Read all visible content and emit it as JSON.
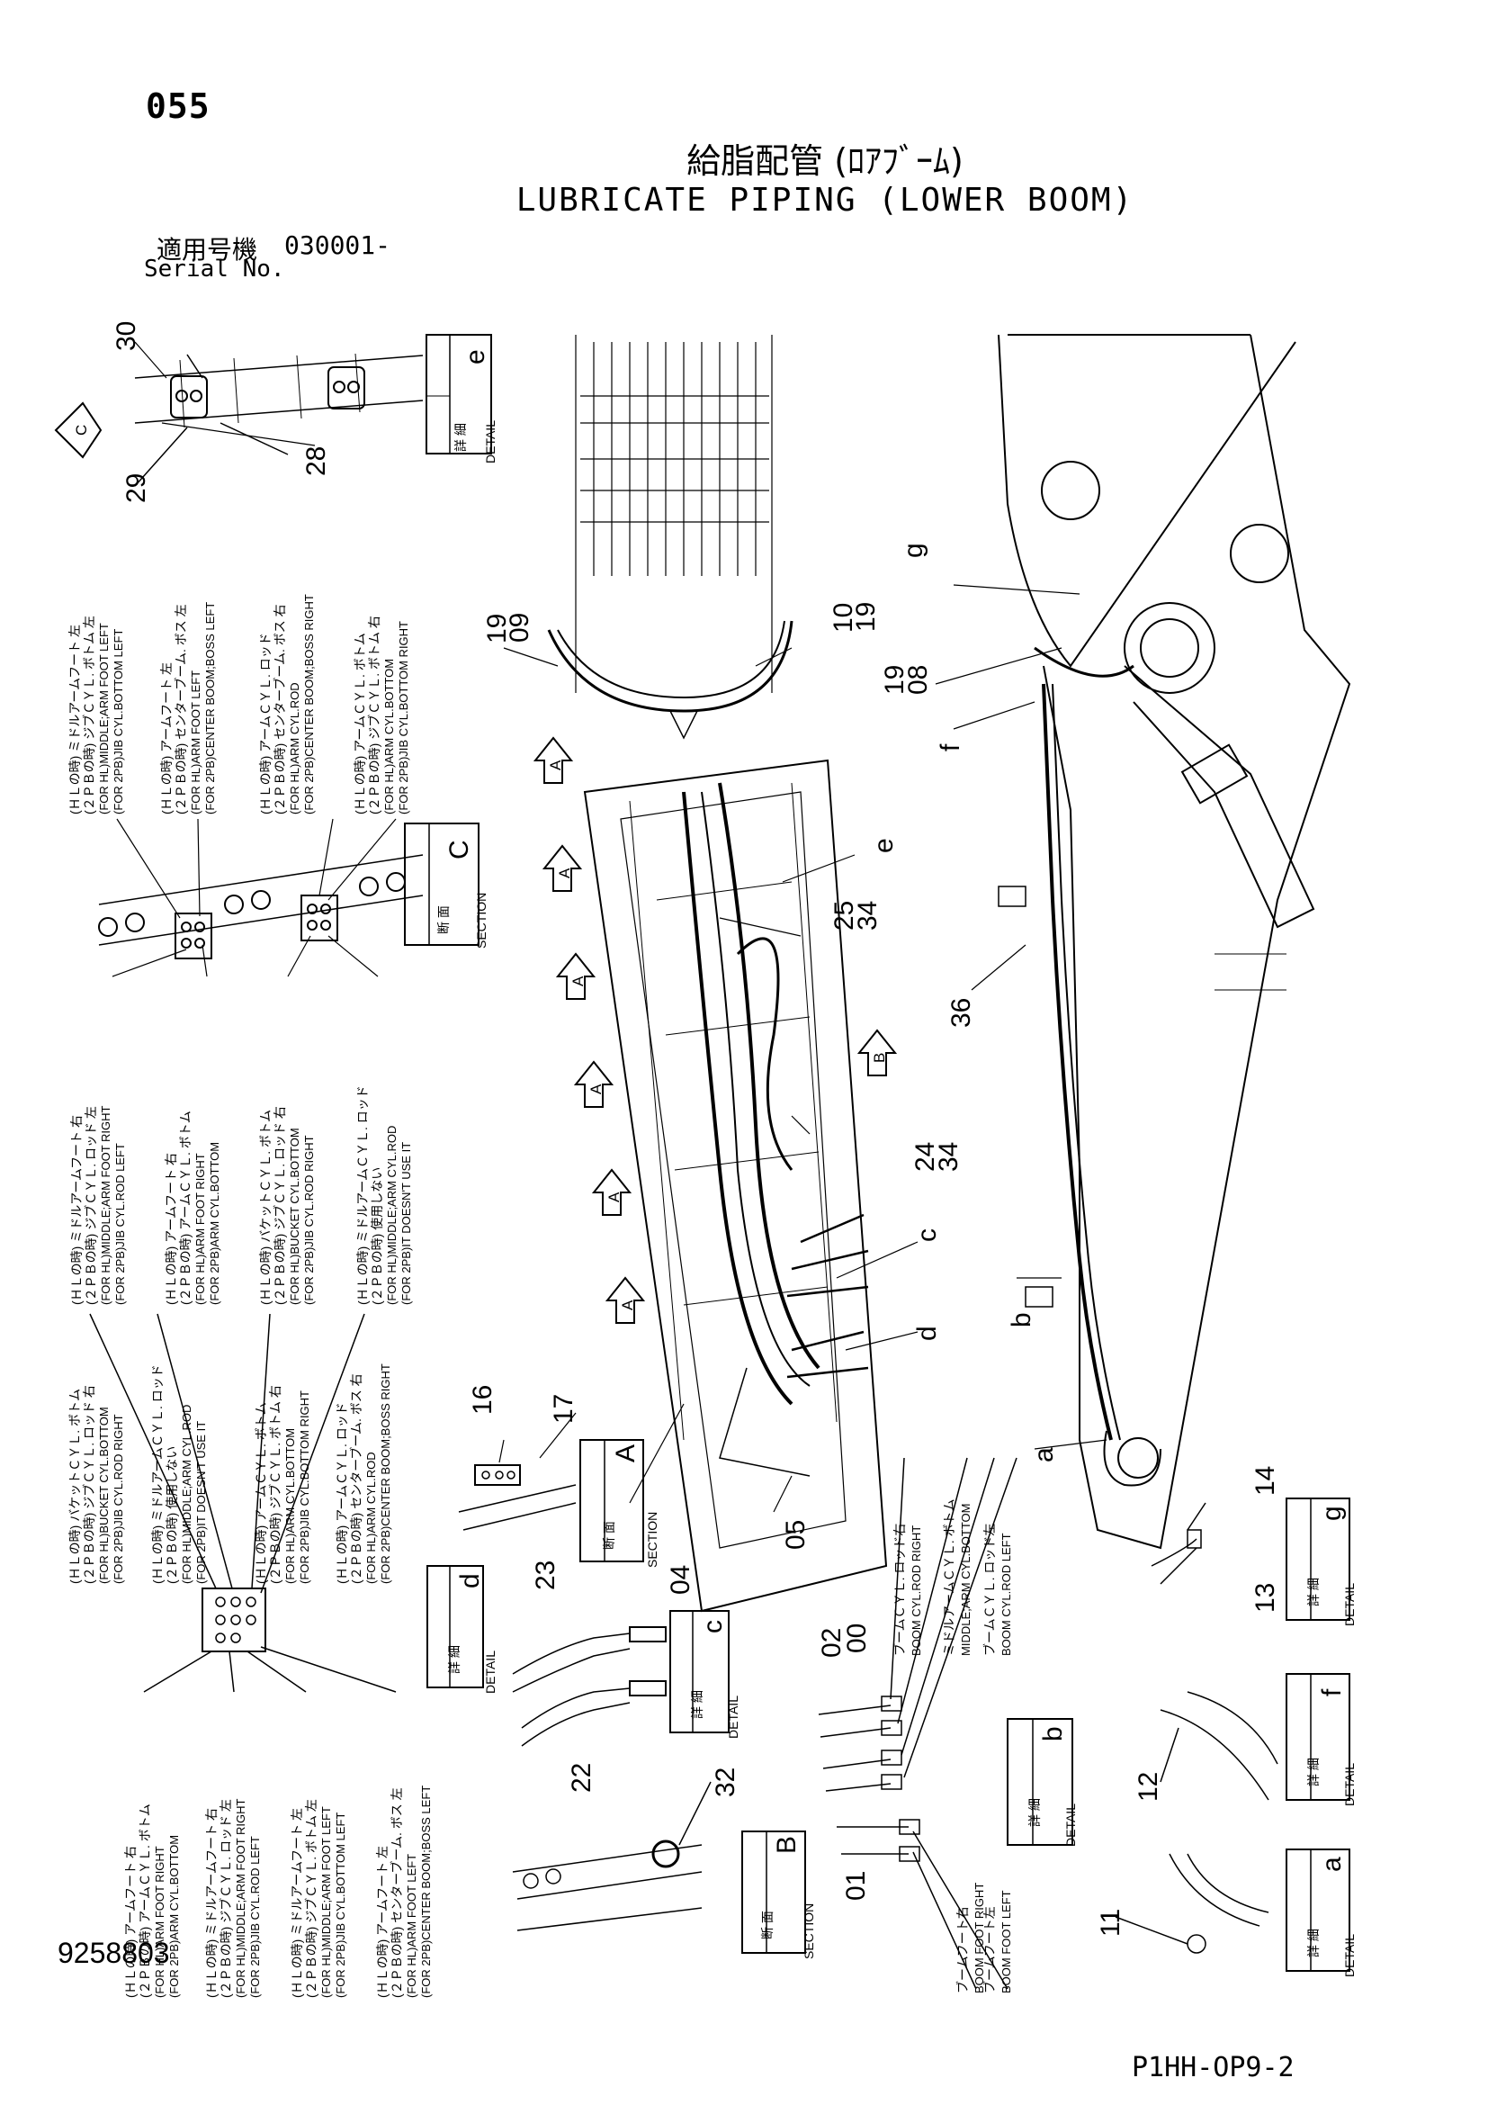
{
  "header": {
    "page_number": "055",
    "title_jp": "給脂配管 (ﾛｱﾌﾞｰﾑ)",
    "title_en": "LUBRICATE PIPING (LOWER BOOM)",
    "serial_label_jp": "適用号機",
    "serial_value": "030001-",
    "serial_label_en": "Serial No."
  },
  "footer": {
    "doc_number": "9258803",
    "page_code": "P1HH-OP9-2"
  },
  "part_numbers": {
    "p30": "30",
    "p29": "29",
    "p28": "28",
    "p19a": "19",
    "p09": "09",
    "p10": "10",
    "p19b": "19",
    "p19c": "19",
    "p08": "08",
    "p25": "25",
    "p34a": "34",
    "p24": "24",
    "p34b": "34",
    "p36": "36",
    "p16": "16",
    "p17": "17",
    "p04": "04",
    "p05": "05",
    "p14": "14",
    "p13": "13",
    "p23": "23",
    "p22": "22",
    "p02": "02",
    "p00": "00",
    "p01": "01",
    "p32": "32",
    "p12": "12",
    "p11": "11"
  },
  "detail_letters": {
    "c_marker": "C",
    "e": "e",
    "g": "g",
    "f": "f",
    "c": "c",
    "d": "d",
    "b": "b",
    "a": "a",
    "A": "A",
    "B": "B"
  },
  "boxes": {
    "detail_jp": "詳 細",
    "detail_en": "DETAIL",
    "section_jp": "断 面",
    "section_en": "SECTION",
    "detail_e": "e",
    "section_C": "C",
    "section_A": "A",
    "detail_d": "d",
    "detail_c": "c",
    "detail_g": "g",
    "detail_b": "b",
    "section_B": "B",
    "detail_f": "f",
    "detail_a": "a"
  },
  "section_c_labels": [
    [
      "(ＨＬの時) ミドルアームフート 左",
      "(２ＰＢの時) ジブＣＹＬ. ボトム 左",
      "(FOR HL)MIDDLE;ARM FOOT LEFT",
      "(FOR 2PB)JIB CYL.BOTTOM LEFT"
    ],
    [
      "(ＨＬの時) アームフート 左",
      "(２ＰＢの時) センターブーム. ボス 左",
      "(FOR HL)ARM FOOT LEFT",
      "(FOR 2PB)CENTER BOOM;BOSS LEFT"
    ],
    [
      "(ＨＬの時) アームＣＹＬ. ロッド",
      "(２ＰＢの時) センターブーム. ボス 右",
      "(FOR HL)ARM CYL.ROD",
      "(FOR 2PB)CENTER BOOM;BOSS RIGHT"
    ],
    [
      "(ＨＬの時) アームＣＹＬ. ボトム",
      "(２ＰＢの時) ジブＣＹＬ. ボトム 右",
      "(FOR HL)ARM CYL.BOTTOM",
      "(FOR 2PB)JIB CYL.BOTTOM RIGHT"
    ],
    [
      "(ＨＬの時) ミドルアームフート 右",
      "(２ＰＢの時) ジブＣＹＬ. ロッド 左",
      "(FOR HL)MIDDLE;ARM FOOT RIGHT",
      "(FOR 2PB)JIB CYL.ROD LEFT"
    ],
    [
      "(ＨＬの時) アームフート 右",
      "(２ＰＢの時) アームＣＹＬ. ボトム",
      "(FOR HL)ARM FOOT RIGHT",
      "(FOR 2PB)ARM CYL.BOTTOM"
    ],
    [
      "(ＨＬの時) バケットＣＹＬ. ボトム",
      "(２ＰＢの時) ジブＣＹＬ. ロッド 右",
      "(FOR HL)BUCKET CYL.BOTTOM",
      "(FOR 2PB)JIB CYL.ROD RIGHT"
    ],
    [
      "(ＨＬの時) ミドルアームＣＹＬ. ロッド",
      "(２ＰＢの時) 使用しない",
      "(FOR HL)MIDDLE;ARM CYL.ROD",
      "(FOR 2PB)IT DOESN'T USE IT"
    ]
  ],
  "detail_d_labels": [
    [
      "(ＨＬの時) バケットＣＹＬ. ボトム",
      "(２ＰＢの時) ジブＣＹＬ. ロッド 右",
      "(FOR HL)BUCKET CYL.BOTTOM",
      "(FOR 2PB)JIB CYL.ROD RIGHT"
    ],
    [
      "(ＨＬの時) ミドルアームＣＹＬ. ロッド",
      "(２ＰＢの時) 使用しない",
      "(FOR HL)MIDDLE;ARM CYL.ROD",
      "(FOR 2PB)IT DOESN'T USE IT"
    ],
    [
      "(ＨＬの時) アームＣＹＬ. ボトム",
      "(２ＰＢの時) ジブＣＹＬ. ボトム 右",
      "(FOR HL)ARM CYL.BOTTOM",
      "(FOR 2PB)JIB CYL.BOTTOM RIGHT"
    ],
    [
      "(ＨＬの時) アームＣＹＬ. ロッド",
      "(２ＰＢの時) センターブーム. ボス 右",
      "(FOR HL)ARM CYL.ROD",
      "(FOR 2PB)CENTER BOOM;BOSS RIGHT"
    ],
    [
      "(ＨＬの時) アームフート 右",
      "(２ＰＢの時) アームＣＹＬ. ボトム",
      "(FOR HL)ARM FOOT RIGHT",
      "(FOR 2PB)ARM CYL.BOTTOM"
    ],
    [
      "(ＨＬの時) ミドルアームフート 右",
      "(２ＰＢの時) ジブＣＹＬ. ロッド 左",
      "(FOR HL)MIDDLE;ARM FOOT RIGHT",
      "(FOR 2PB)JIB CYL.ROD LEFT"
    ],
    [
      "(ＨＬの時) ミドルアームフート 左",
      "(２ＰＢの時) ジブＣＹＬ. ボトム 左",
      "(FOR HL)MIDDLE;ARM FOOT LEFT",
      "(FOR 2PB)JIB CYL.BOTTOM LEFT"
    ],
    [
      "(ＨＬの時) アームフート 左",
      "(２ＰＢの時) センターブーム. ボス 左",
      "(FOR HL)ARM FOOT LEFT",
      "(FOR 2PB)CENTER BOOM;BOSS LEFT"
    ]
  ],
  "detail_b_labels": [
    [
      "ブームＣＹＬ. ロッド右",
      "BOOM CYL.ROD RIGHT"
    ],
    [
      "ミドルアームＣＹＬ. ボトム",
      "MIDDLE;ARM CYL.BOTTOM"
    ],
    [
      "ブームＣＹＬ. ロッド左",
      "BOOM CYL.ROD LEFT"
    ],
    [
      "ブームフート右",
      "BOOM FOOT RIGHT"
    ],
    [
      "ブームフート左",
      "BOOM FOOT LEFT"
    ]
  ]
}
